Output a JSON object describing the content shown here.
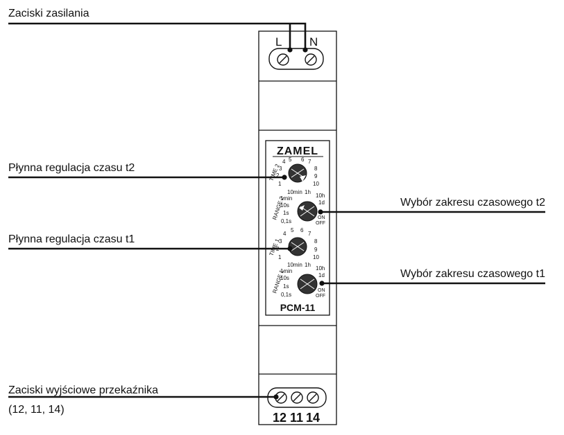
{
  "labels": {
    "power_terminals": "Zaciski zasilania",
    "time_t2": "Płynna regulacja czasu t2",
    "range_t2": "Wybór zakresu czasowego t2",
    "time_t1": "Płynna regulacja czasu t1",
    "range_t1": "Wybór zakresu czasowego t1",
    "output_terminals_line1": "Zaciski wyjściowe przekaźnika",
    "output_terminals_line2": "(12, 11, 14)"
  },
  "device": {
    "brand": "ZAMEL",
    "model": "PCM-11",
    "input_terminals": [
      "L",
      "N"
    ],
    "output_terminals": [
      "12",
      "11",
      "14"
    ],
    "time_dial": {
      "title_t2": "TIME 2",
      "title_t1": "TIME 1",
      "scale": [
        "1",
        "2",
        "3",
        "4",
        "5",
        "6",
        "7",
        "8",
        "9",
        "10"
      ]
    },
    "range_dial": {
      "title_t2": "RANGE 2",
      "title_t1": "RANGE 1",
      "scale": [
        "0,1s",
        "1s",
        "10s",
        "1min",
        "10min",
        "1h",
        "10h",
        "1d",
        "ON",
        "OFF"
      ]
    }
  },
  "colors": {
    "line": "#111111",
    "body": "#ffffff",
    "knob": "#333333"
  }
}
